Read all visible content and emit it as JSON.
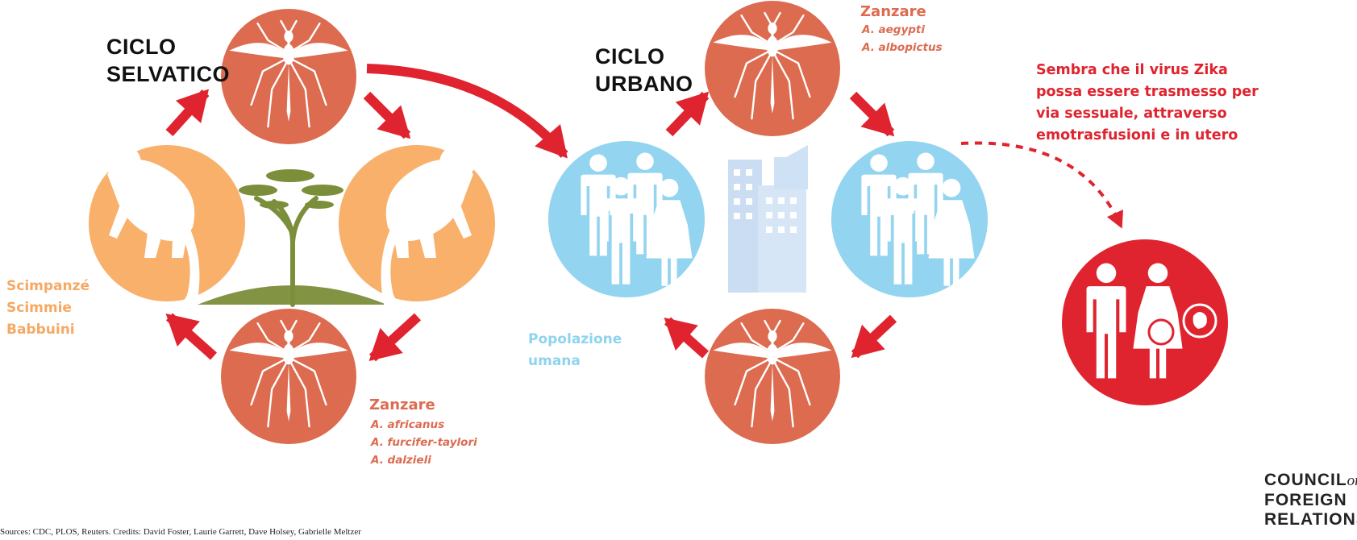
{
  "colors": {
    "mosquito_circle": "#dc6b50",
    "primate_circle": "#f8b06b",
    "human_circle": "#93d4f0",
    "arrow": "#e0242f",
    "tree": "#7b8e3a",
    "pregnancy_circle": "#e0242f"
  },
  "icons": [
    "mosquito-icon",
    "monkey-icon",
    "acacia-tree-icon",
    "people-group-icon",
    "city-buildings-icon",
    "pregnancy-icon",
    "fetus-icon"
  ],
  "sylvatic": {
    "title_line1": "CICLO",
    "title_line2": "SELVATICO",
    "hosts": [
      "Scimpanzé",
      "Scimmie",
      "Babbuini"
    ],
    "mosquito_heading": "Zanzare",
    "mosquito_species": [
      "A. africanus",
      "A. furcifer-taylori",
      "A. dalzieli"
    ]
  },
  "urban": {
    "title_line1": "CICLO",
    "title_line2": "URBANO",
    "mosquito_heading": "Zanzare",
    "mosquito_species": [
      "A. aegypti",
      "A. albopictus"
    ],
    "population_line1": "Popolazione",
    "population_line2": "umana"
  },
  "other_transmission": {
    "lines": [
      "Sembra che il virus Zika",
      "possa essere trasmesso per",
      "via sessuale, attraverso",
      "emotrasfusioni e in utero"
    ]
  },
  "footer": {
    "source": "Sources: CDC, PLOS, Reuters.   Credits: David Foster, Laurie Garrett, Dave Holsey, Gabrielle Meltzer",
    "logo_line1": "COUNCIL",
    "logo_on": "on",
    "logo_line2": "FOREIGN",
    "logo_line3": "RELATIONS"
  }
}
